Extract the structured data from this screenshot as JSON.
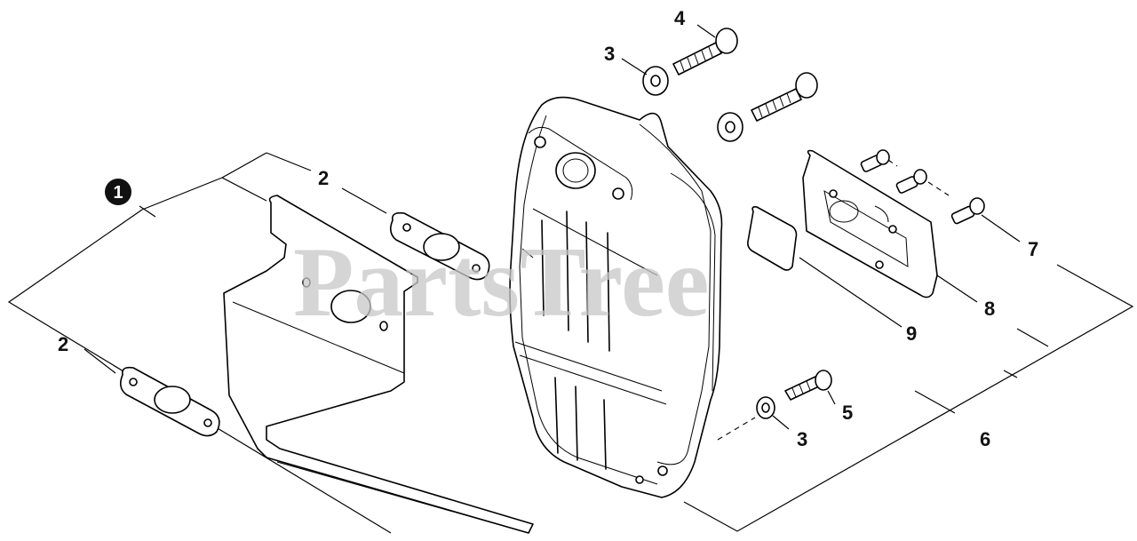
{
  "watermark": "PartsTree",
  "callouts": [
    {
      "id": "1",
      "style": "badge"
    },
    {
      "id": "2",
      "label": "2"
    },
    {
      "id": "2b",
      "label": "2"
    },
    {
      "id": "3",
      "label": "3"
    },
    {
      "id": "3b",
      "label": "3"
    },
    {
      "id": "4",
      "label": "4"
    },
    {
      "id": "5",
      "label": "5"
    },
    {
      "id": "6",
      "label": "6"
    },
    {
      "id": "7",
      "label": "7"
    },
    {
      "id": "8",
      "label": "8"
    },
    {
      "id": "9",
      "label": "9"
    }
  ],
  "badge_label": "1",
  "labels": {
    "l1": "1",
    "l2a": "2",
    "l2b": "2",
    "l3a": "3",
    "l3b": "3",
    "l4": "4",
    "l5": "5",
    "l6": "6",
    "l7": "7",
    "l8": "8",
    "l9": "9"
  }
}
